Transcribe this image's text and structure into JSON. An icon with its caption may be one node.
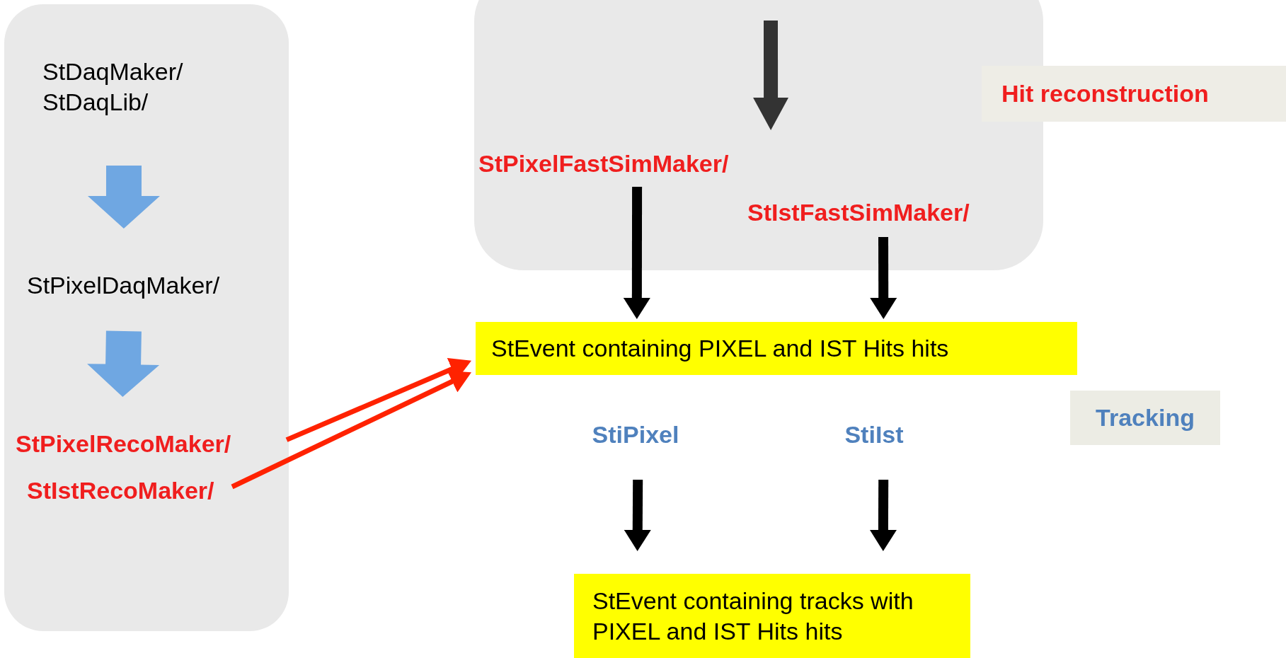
{
  "diagram": {
    "nodes": [
      {
        "text": [],
        "shape": "box"
      },
      {
        "text": [
          "StDaqMaker/ StDaqLib/"
        ],
        "in": 0
      },
      {
        "text": [
          "StPixelDaqMaker/"
        ],
        "in": 0
      },
      {
        "text": [
          "StPixelRecoMaker/"
        ],
        "in": 0
      },
      {
        "text": [
          "StIstRecoMaker/"
        ],
        "in": 0
      },
      {
        "text": [],
        "shape": "box"
      },
      {
        "text": [
          "StPixelFastSimMaker/"
        ],
        "in": 5
      },
      {
        "text": [
          "StIstFastSimMaker/"
        ],
        "in": 5
      },
      {
        "text": [
          "Hit reconstruction"
        ]
      },
      {
        "text": [
          "StEvent containing PIXEL and IST Hits hits"
        ]
      },
      {
        "text": [
          "StiPixel"
        ]
      },
      {
        "text": [
          "StiIst"
        ]
      },
      {
        "text": [
          "Tracking"
        ]
      },
      {
        "text": [
          "StEvent containing tracks with PIXEL and IST Hits hits"
        ]
      }
    ],
    "edges": [
      {
        "from": 1,
        "to": 2,
        "arrow": "to",
        "style": "thick",
        "color": "#6fa7e2"
      },
      {
        "from": 2,
        "to": 3,
        "arrow": "to",
        "style": "thick",
        "color": "#6fa7e2"
      },
      {
        "from": null,
        "to": 6,
        "arrow": "to",
        "color": "#333333"
      },
      {
        "from": 6,
        "to": 9,
        "arrow": "to"
      },
      {
        "from": 7,
        "to": 9,
        "arrow": "to"
      },
      {
        "from": 3,
        "to": 9,
        "arrow": "to",
        "color": "#ff2200"
      },
      {
        "from": 4,
        "to": 9,
        "arrow": "to",
        "color": "#ff2200"
      },
      {
        "from": 10,
        "to": 13,
        "arrow": "to"
      },
      {
        "from": 11,
        "to": 13,
        "arrow": "to"
      }
    ]
  }
}
